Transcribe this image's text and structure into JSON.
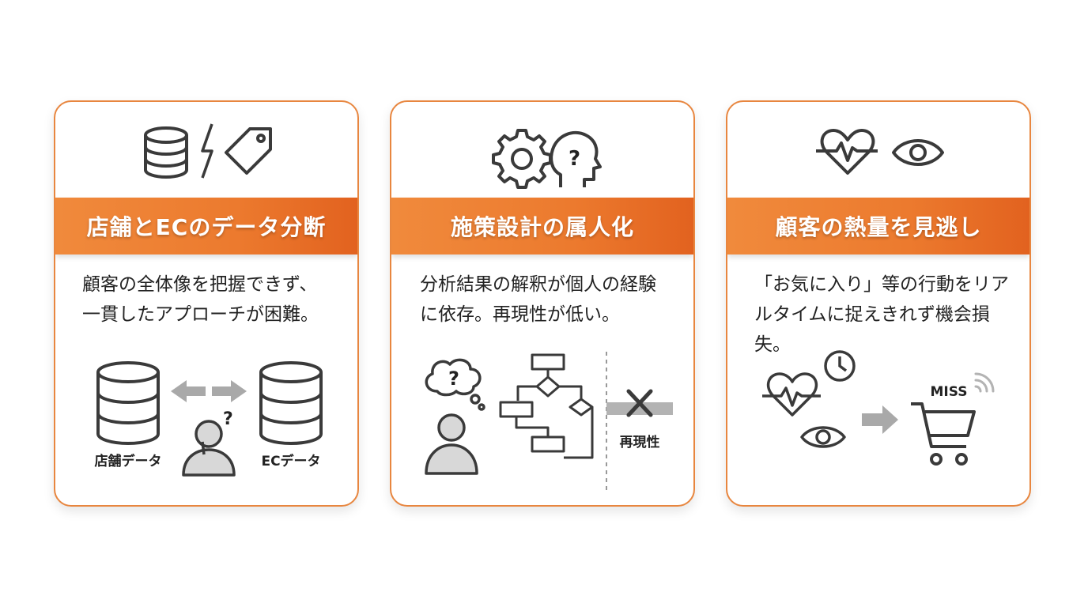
{
  "cards": [
    {
      "title": "店舗とECのデータ分断",
      "description_lines": [
        "顧客の全体像を把握できず、",
        "一貫したアプローチが困難。"
      ],
      "header_icons": [
        "database-icon",
        "lightning-icon",
        "tag-icon"
      ],
      "illustration": {
        "left_label": "店舗データ",
        "right_label": "ECデータ",
        "icons": [
          "database-icon",
          "bidirectional-arrow-icon",
          "confused-person-icon",
          "database-icon"
        ]
      }
    },
    {
      "title": "施策設計の属人化",
      "description_lines": [
        "分析結果の解釈が個人の経験",
        "に依存。再現性が低い。"
      ],
      "header_icons": [
        "gear-icon",
        "head-question-icon"
      ],
      "illustration": {
        "label": "再現性",
        "icons": [
          "thinking-person-icon",
          "flowchart-icon",
          "cross-icon"
        ]
      }
    },
    {
      "title": "顧客の熱量を見逃し",
      "description_lines": [
        "「お気に入り」等の行動をリア",
        "ルタイムに捉えきれず機会損",
        "失。"
      ],
      "header_icons": [
        "heartbeat-icon",
        "eye-icon"
      ],
      "illustration": {
        "label": "MISS",
        "icons": [
          "heartbeat-icon",
          "clock-icon",
          "eye-icon",
          "arrow-right-icon",
          "shopping-cart-icon",
          "signal-icon"
        ]
      }
    }
  ],
  "colors": {
    "accent": "#ec7a2e",
    "accent_dark": "#e2621f",
    "border": "#e8863f",
    "icon_stroke": "#3a3a3a",
    "arrow_gray": "#a9a9a9"
  }
}
